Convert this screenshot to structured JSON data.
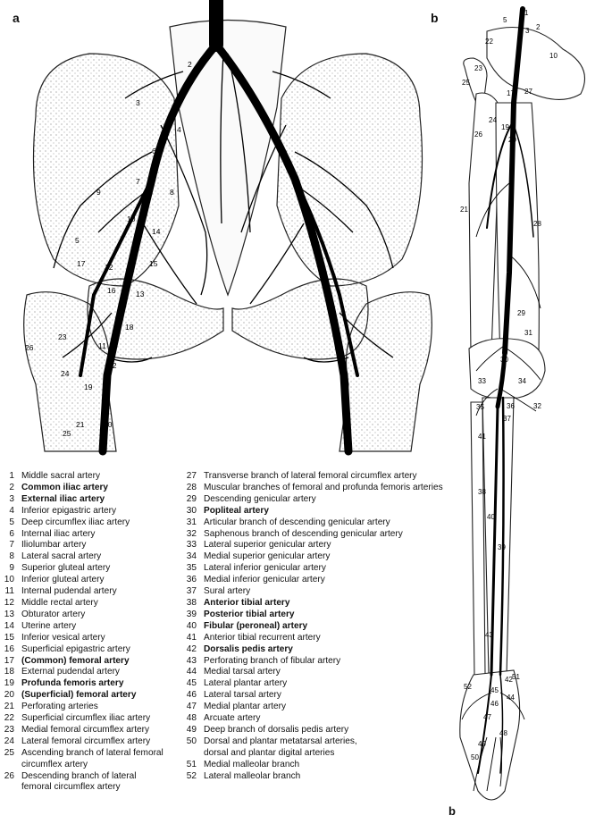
{
  "panels": {
    "a": "a",
    "b": "b",
    "b_bottom": "b"
  },
  "legend_left": [
    {
      "num": "1",
      "label": "Middle sacral artery",
      "bold": false
    },
    {
      "num": "2",
      "label": "Common iliac artery",
      "bold": true
    },
    {
      "num": "3",
      "label": "External iliac artery",
      "bold": true
    },
    {
      "num": "4",
      "label": "Inferior epigastric artery",
      "bold": false
    },
    {
      "num": "5",
      "label": "Deep circumflex iliac artery",
      "bold": false
    },
    {
      "num": "6",
      "label": "Internal iliac artery",
      "bold": false
    },
    {
      "num": "7",
      "label": "Iliolumbar artery",
      "bold": false
    },
    {
      "num": "8",
      "label": "Lateral sacral artery",
      "bold": false
    },
    {
      "num": "9",
      "label": "Superior gluteal artery",
      "bold": false
    },
    {
      "num": "10",
      "label": "Inferior gluteal artery",
      "bold": false
    },
    {
      "num": "11",
      "label": "Internal pudendal artery",
      "bold": false
    },
    {
      "num": "12",
      "label": "Middle rectal artery",
      "bold": false
    },
    {
      "num": "13",
      "label": "Obturator artery",
      "bold": false
    },
    {
      "num": "14",
      "label": "Uterine artery",
      "bold": false
    },
    {
      "num": "15",
      "label": "Inferior vesical artery",
      "bold": false
    },
    {
      "num": "16",
      "label": "Superficial epigastric artery",
      "bold": false
    },
    {
      "num": "17",
      "label": "(Common) femoral artery",
      "bold": true
    },
    {
      "num": "18",
      "label": "External pudendal artery",
      "bold": false
    },
    {
      "num": "19",
      "label": "Profunda femoris artery",
      "bold": true
    },
    {
      "num": "20",
      "label": "(Superficial) femoral artery",
      "bold": true
    },
    {
      "num": "21",
      "label": "Perforating arteries",
      "bold": false
    },
    {
      "num": "22",
      "label": "Superficial circumflex iliac artery",
      "bold": false
    },
    {
      "num": "23",
      "label": "Medial femoral circumflex artery",
      "bold": false
    },
    {
      "num": "24",
      "label": "Lateral femoral circumflex artery",
      "bold": false
    },
    {
      "num": "25",
      "label": "Ascending branch of lateral femoral",
      "bold": false
    },
    {
      "num": "",
      "label": "circumflex artery",
      "bold": false
    },
    {
      "num": "26",
      "label": "Descending branch of lateral",
      "bold": false
    },
    {
      "num": "",
      "label": "femoral circumflex artery",
      "bold": false
    }
  ],
  "legend_right": [
    {
      "num": "27",
      "label": "Transverse branch of lateral femoral circumflex artery",
      "bold": false
    },
    {
      "num": "28",
      "label": "Muscular branches of femoral and profunda femoris arteries",
      "bold": false
    },
    {
      "num": "29",
      "label": "Descending genicular artery",
      "bold": false
    },
    {
      "num": "30",
      "label": "Popliteal artery",
      "bold": true
    },
    {
      "num": "31",
      "label": "Articular branch of descending genicular artery",
      "bold": false
    },
    {
      "num": "32",
      "label": "Saphenous branch of descending genicular artery",
      "bold": false
    },
    {
      "num": "33",
      "label": "Lateral superior genicular artery",
      "bold": false
    },
    {
      "num": "34",
      "label": "Medial superior genicular artery",
      "bold": false
    },
    {
      "num": "35",
      "label": "Lateral inferior genicular artery",
      "bold": false
    },
    {
      "num": "36",
      "label": "Medial inferior genicular artery",
      "bold": false
    },
    {
      "num": "37",
      "label": "Sural artery",
      "bold": false
    },
    {
      "num": "38",
      "label": "Anterior tibial artery",
      "bold": true
    },
    {
      "num": "39",
      "label": "Posterior tibial artery",
      "bold": true
    },
    {
      "num": "40",
      "label": "Fibular (peroneal) artery",
      "bold": true
    },
    {
      "num": "41",
      "label": "Anterior tibial recurrent artery",
      "bold": false
    },
    {
      "num": "42",
      "label": "Dorsalis pedis artery",
      "bold": true
    },
    {
      "num": "43",
      "label": "Perforating branch of fibular artery",
      "bold": false
    },
    {
      "num": "44",
      "label": "Medial tarsal artery",
      "bold": false
    },
    {
      "num": "45",
      "label": "Lateral plantar artery",
      "bold": false
    },
    {
      "num": "46",
      "label": "Lateral tarsal artery",
      "bold": false
    },
    {
      "num": "47",
      "label": "Medial plantar artery",
      "bold": false
    },
    {
      "num": "48",
      "label": "Arcuate artery",
      "bold": false
    },
    {
      "num": "49",
      "label": "Deep branch of dorsalis pedis artery",
      "bold": false
    },
    {
      "num": "50",
      "label": "Dorsal and plantar metatarsal arteries,",
      "bold": false
    },
    {
      "num": "",
      "label": "dorsal and plantar digital arteries",
      "bold": false
    },
    {
      "num": "51",
      "label": "Medial malleolar branch",
      "bold": false
    },
    {
      "num": "52",
      "label": "Lateral malleolar branch",
      "bold": false
    }
  ],
  "pelvis_labels": [
    "2",
    "3",
    "4",
    "5",
    "6",
    "7",
    "8",
    "9",
    "10",
    "11",
    "12",
    "13",
    "14",
    "15",
    "16",
    "17",
    "18",
    "19",
    "20",
    "21",
    "22",
    "23",
    "24",
    "25",
    "26"
  ],
  "leg_labels": [
    "1",
    "2",
    "3",
    "5",
    "10",
    "17",
    "19",
    "20",
    "21",
    "22",
    "23",
    "24",
    "25",
    "26",
    "27",
    "28",
    "29",
    "30",
    "31",
    "32",
    "33",
    "34",
    "35",
    "36",
    "37",
    "38",
    "39",
    "40",
    "41",
    "42",
    "43",
    "44",
    "45",
    "46",
    "47",
    "48",
    "49",
    "50",
    "51",
    "52"
  ]
}
